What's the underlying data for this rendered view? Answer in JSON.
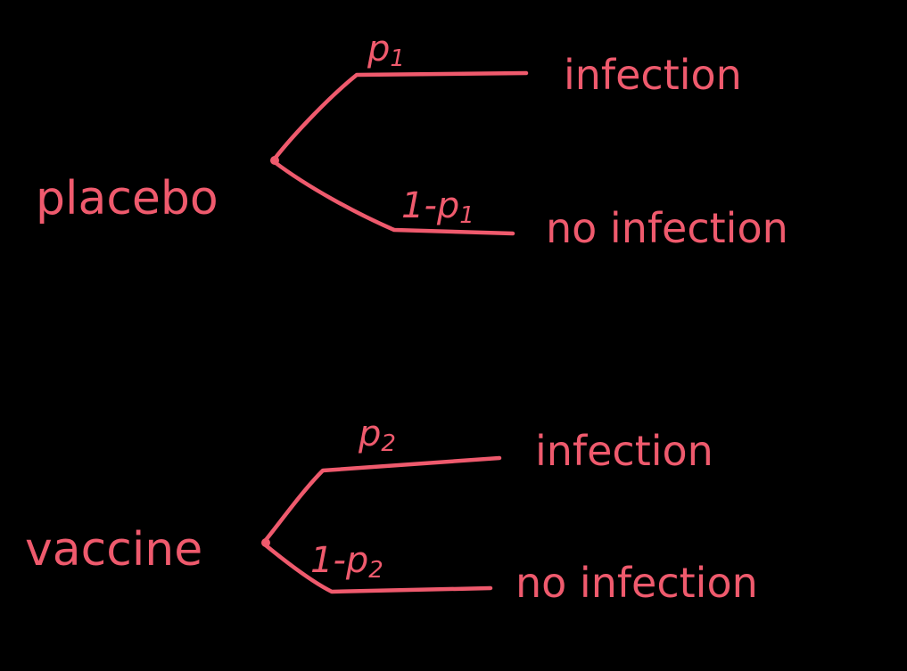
{
  "theme": {
    "background": "#000000",
    "ink": "#ef5a6d"
  },
  "trees": [
    {
      "root": "placebo",
      "branches": [
        {
          "prob_prefix": "",
          "prob_symbol": "p",
          "prob_sub": "1",
          "outcome": "infection"
        },
        {
          "prob_prefix": "1-",
          "prob_symbol": "p",
          "prob_sub": "1",
          "outcome": "no infection"
        }
      ]
    },
    {
      "root": "vaccine",
      "branches": [
        {
          "prob_prefix": "",
          "prob_symbol": "p",
          "prob_sub": "2",
          "outcome": "infection"
        },
        {
          "prob_prefix": "1-",
          "prob_symbol": "p",
          "prob_sub": "2",
          "outcome": "no infection"
        }
      ]
    }
  ]
}
